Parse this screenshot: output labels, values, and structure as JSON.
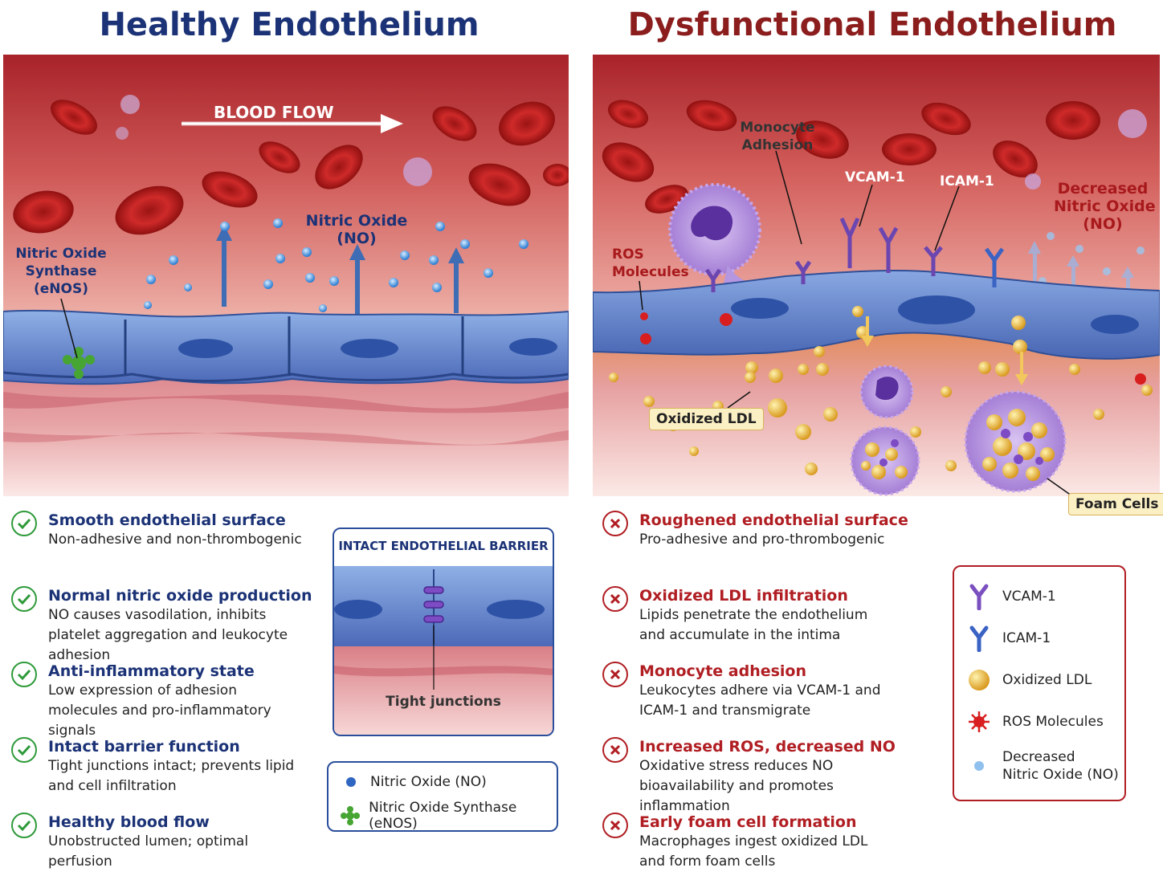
{
  "titles": {
    "left": "Healthy Endothelium",
    "right": "Dysfunctional Endothelium"
  },
  "left_panel": {
    "blood_flow": "BLOOD FLOW",
    "nitric_oxide": [
      "Nitric Oxide",
      "(NO)"
    ],
    "enos": [
      "Nitric Oxide",
      "Synthase",
      "(eNOS)"
    ]
  },
  "right_panel": {
    "monocyte": [
      "Monocyte",
      "Adhesion"
    ],
    "vcam": "VCAM-1",
    "icam": "ICAM-1",
    "decreased_no": [
      "Decreased",
      "Nitric Oxide",
      "(NO)"
    ],
    "ros": [
      "ROS",
      "Molecules"
    ],
    "oxidized_ldl": "Oxidized LDL",
    "foam_cells": "Foam Cells"
  },
  "healthy_list": [
    {
      "title": "Smooth endothelial surface",
      "desc": "Non-adhesive and non-thrombogenic"
    },
    {
      "title": "Normal nitric oxide production",
      "desc": "NO causes vasodilation, inhibits platelet aggregation and leukocyte adhesion"
    },
    {
      "title": "Anti-inflammatory state",
      "desc": "Low expression of adhesion molecules and pro-inflammatory signals"
    },
    {
      "title": "Intact barrier function",
      "desc": "Tight junctions intact; prevents lipid and cell infiltration"
    },
    {
      "title": "Healthy blood flow",
      "desc": "Unobstructed lumen; optimal perfusion"
    }
  ],
  "dysfunctional_list": [
    {
      "title": "Roughened endothelial surface",
      "desc": "Pro-adhesive and pro-thrombogenic"
    },
    {
      "title": "Oxidized LDL infiltration",
      "desc": "Lipids penetrate the endothelium and accumulate in the intima"
    },
    {
      "title": "Monocyte adhesion",
      "desc": "Leukocytes adhere via VCAM-1 and ICAM-1 and transmigrate"
    },
    {
      "title": "Increased ROS, decreased NO",
      "desc": "Oxidative stress reduces NO bioavailability and promotes inflammation"
    },
    {
      "title": "Early foam cell formation",
      "desc": "Macrophages ingest oxidized LDL and form foam cells"
    }
  ],
  "barrier_box": {
    "title": "INTACT ENDOTHELIAL BARRIER",
    "label": "Tight junctions"
  },
  "left_legend": [
    {
      "label": "Nitric Oxide (NO)",
      "icon": "no-dot-icon"
    },
    {
      "label": "Nitric Oxide Synthase (eNOS)",
      "icon": "enos-icon"
    }
  ],
  "right_legend": [
    {
      "label": "VCAM-1",
      "icon": "vcam-icon"
    },
    {
      "label": "ICAM-1",
      "icon": "icam-icon"
    },
    {
      "label": "Oxidized LDL",
      "icon": "ldl-icon"
    },
    {
      "label": "ROS Molecules",
      "icon": "ros-icon"
    },
    {
      "label": "Decreased",
      "label2": "Nitric Oxide (NO)",
      "icon": "decreased-no-icon"
    }
  ],
  "colors": {
    "healthy_title": "#1b3276",
    "dysfunctional_title": "#8b1d1d",
    "check": "#2e9a3a",
    "cross": "#b01e23",
    "endothelium": "#5b7cc7",
    "blood": "#b52a2a",
    "ldl": "#e8b83a"
  }
}
